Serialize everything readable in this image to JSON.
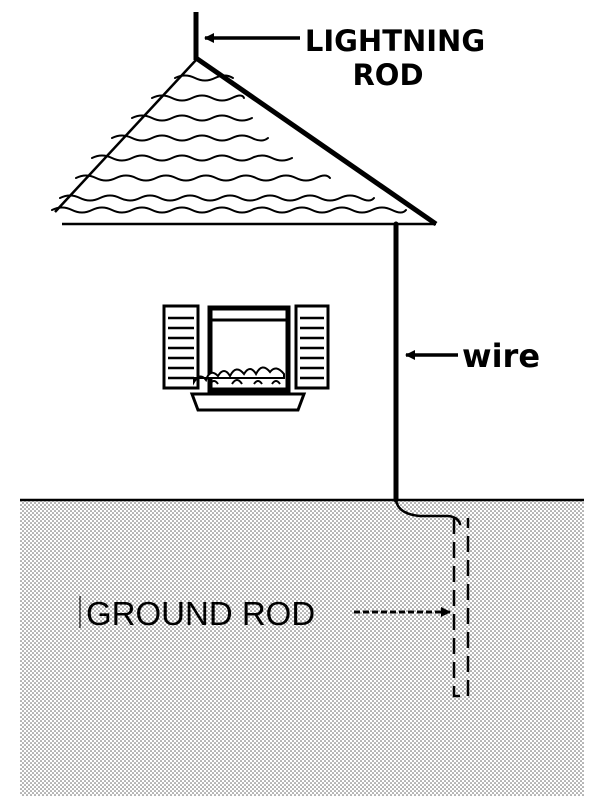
{
  "labels": {
    "lightning_rod_line1": "LIGHTNING",
    "lightning_rod_line2": "ROD",
    "wire": "wire",
    "ground_rod": "GROUND ROD"
  },
  "colors": {
    "ink": "#000000",
    "paper": "#ffffff",
    "ground_dots": "#555555"
  }
}
